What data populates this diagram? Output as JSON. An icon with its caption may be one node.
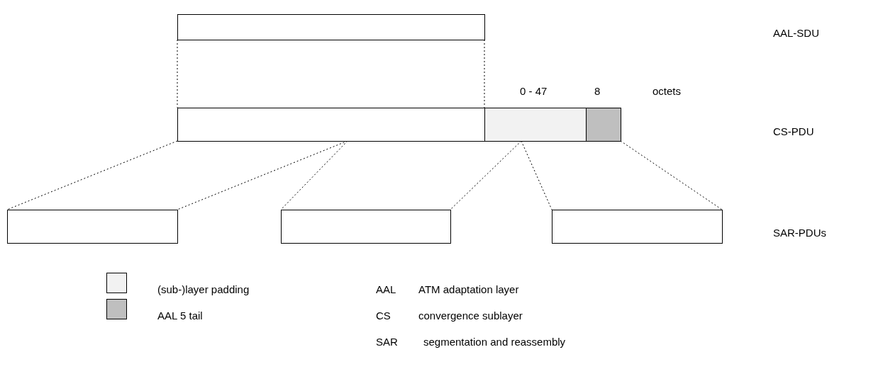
{
  "diagram": {
    "nodes": [
      {
        "text": [],
        "shape": "box"
      },
      {
        "text": [],
        "shape": "box"
      },
      {
        "text": [],
        "shape": "box"
      },
      {
        "text": [],
        "shape": "box"
      },
      {
        "text": [],
        "shape": "box"
      },
      {
        "text": [],
        "shape": "box"
      },
      {
        "text": [],
        "shape": "box"
      }
    ],
    "edges": [
      {
        "from": 0,
        "to": 1,
        "arrow": "none",
        "style": "dashed"
      },
      {
        "from": 0,
        "to": 1,
        "arrow": "none",
        "style": "dashed"
      },
      {
        "from": 1,
        "to": 4,
        "arrow": "none",
        "style": "dashed"
      },
      {
        "from": 1,
        "to": 4,
        "arrow": "none",
        "style": "dashed"
      },
      {
        "from": 1,
        "to": 5,
        "arrow": "none",
        "style": "dashed"
      },
      {
        "from": 2,
        "to": 5,
        "arrow": "none",
        "style": "dashed"
      },
      {
        "from": 2,
        "to": 6,
        "arrow": "none",
        "style": "dashed"
      },
      {
        "from": 3,
        "to": 6,
        "arrow": "none",
        "style": "dashed"
      }
    ],
    "labels": [
      "AAL-SDU",
      "0 - 47",
      "8",
      "octets",
      "CS-PDU",
      "SAR-PDUs",
      "AAL",
      "ATM adaptation layer",
      "CS",
      "convergence sublayer",
      "SAR",
      "segmentation and reassembly"
    ],
    "legend": [
      {
        "text": "(sub-)layer padding",
        "color": "#f2f2f2"
      },
      {
        "text": "AAL 5 tail",
        "color": "#bfbfbf"
      }
    ]
  }
}
